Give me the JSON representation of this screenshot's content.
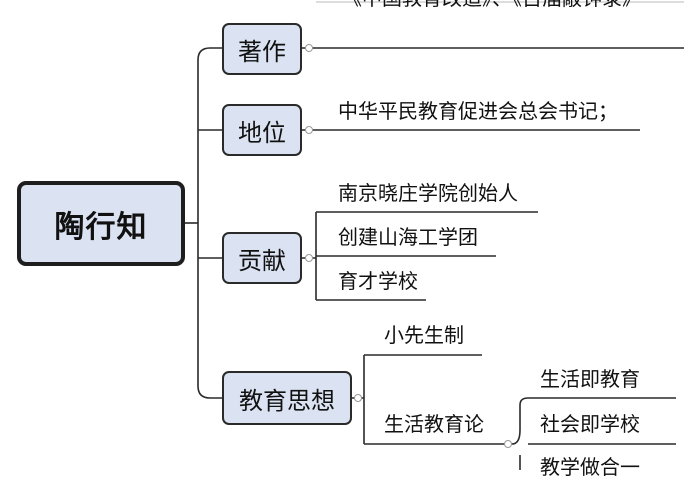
{
  "root": {
    "label": "陶行知"
  },
  "branches": [
    {
      "label": "著作",
      "children": [
        {
          "label": "《中国教育改造》、《古庙敲钟录》",
          "truncated": true
        },
        {
          "label": ""
        }
      ]
    },
    {
      "label": "地位",
      "children": [
        {
          "label": "中华平民教育促进会总会书记；"
        }
      ]
    },
    {
      "label": "贡献",
      "children": [
        {
          "label": "南京晓庄学院创始人"
        },
        {
          "label": "创建山海工学团"
        },
        {
          "label": "育才学校"
        }
      ]
    },
    {
      "label": "教育思想",
      "children": [
        {
          "label": "小先生制"
        },
        {
          "label": "生活教育论",
          "children": [
            {
              "label": "生活即教育"
            },
            {
              "label": "社会即学校"
            },
            {
              "label": "教学做合一",
              "truncated": true
            }
          ]
        }
      ]
    }
  ],
  "colors": {
    "node_fill": "#dbe3f2",
    "line": "#1e1e1e"
  }
}
